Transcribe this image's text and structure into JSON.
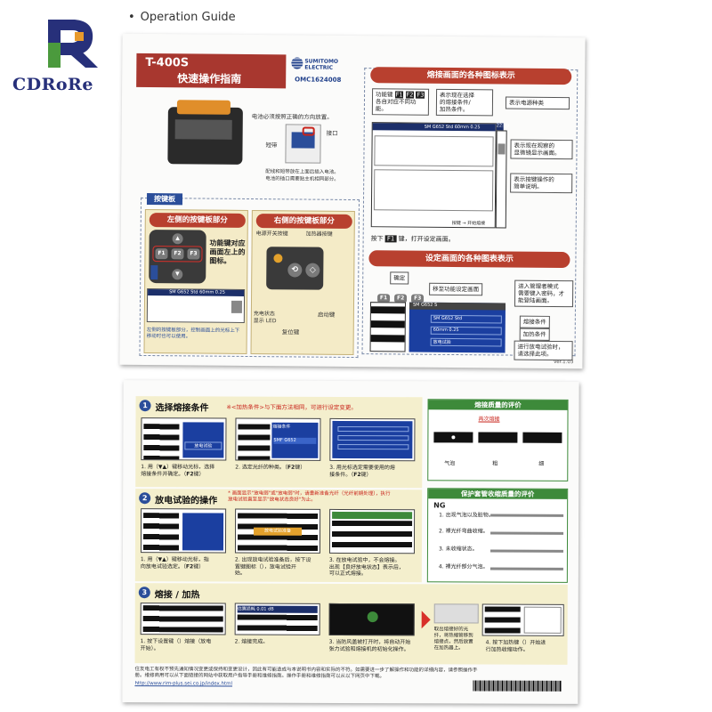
{
  "logo": {
    "text": "CDRoRe",
    "colors": {
      "blue": "#27307a",
      "green": "#4b9a3d",
      "orange": "#e89a2c"
    }
  },
  "guide_title": "Operation Guide",
  "sheet1": {
    "model": "T-400S",
    "subtitle": "快速操作指南",
    "brand": [
      "SUMITOMO",
      "ELECTRIC"
    ],
    "doc_code": "OMC1624008",
    "battery_note": "电池必须按照正确的方向放置。",
    "battery_labels": {
      "port": "接口",
      "short": "短带"
    },
    "battery_desc": [
      "配线和短带放在上面后插入电池。",
      "电池的插口需要贴主机相同部分。"
    ],
    "keypad_title": "按键板",
    "left_keypad_head": "左侧的按键板部分",
    "right_keypad_head": "右侧的按键板部分",
    "left_keypad_desc": [
      "功能键对应",
      "画面左上的",
      "图标。"
    ],
    "keys": [
      "F1",
      "F2",
      "F3"
    ],
    "right_keypad_labels": {
      "power": "电源开关按键",
      "heater": "加热器按键",
      "led": [
        "充电状态",
        "显示 LED"
      ],
      "start": "启动键",
      "reset": "复位键"
    },
    "left_screen_bar": [
      "SM G652 Std",
      "60mm 0.25"
    ],
    "left_caption": [
      "左侧的按键板部分，控制画面上的光标",
      "上下",
      "移动时也可以使用。"
    ],
    "icons_panel_title": "熔接画面的各种图标表示",
    "icons_callouts": {
      "func_key": [
        "功能键",
        "F1",
        "F2",
        "F3",
        "各自对应不同功",
        "能。"
      ],
      "selected": [
        "表示现在选择",
        "的熔接条件/",
        "加热条件。"
      ],
      "power_type": "表示电源种类",
      "view": [
        "表示现在观察的",
        "显微镜显示画面。"
      ],
      "simple_ops": [
        "表示按键操作的",
        "简单说明。"
      ]
    },
    "screen_status": {
      "fiber": "SM G652 Std",
      "length": "60mm 0.25",
      "time": "22:09"
    },
    "screen_footer": "按键 → 开始熔接",
    "press_hint": [
      "按下",
      "F1",
      "键，打开设定画面。"
    ],
    "settings_panel_title": "设定画面的各种图表表示",
    "settings_confirm": "确定",
    "settings_menu_callout": "移至功能设定画面",
    "settings_callouts": {
      "admin": [
        "进入管理者模式",
        "需要键入密码，才",
        "能登陆画面。"
      ],
      "splice": "熔接条件",
      "heat": "加热条件",
      "arc": [
        "进行放电试验时，",
        "请选择此项。"
      ]
    },
    "settings_items": [
      "SM G652 Std",
      "60mm 0.25",
      "放电试验"
    ],
    "settings_top": "SM G652 S",
    "version": "Ver.1.03"
  },
  "sheet2": {
    "sec1": {
      "num": "1",
      "title": "选择熔接条件",
      "note": "※<加热条件>与下面方法相同，可进行设定变更。",
      "steps": [
        [
          "1. 用（▼▲）键移动光标",
          "，选择",
          "熔接条件并确定。（",
          "F2",
          "键）"
        ],
        [
          "2. 选定光纤的种类。（",
          "F2",
          "键）"
        ],
        [
          "3. 用光标",
          "选定需要使用的熔",
          "接条件。（",
          "F2",
          "键）"
        ]
      ],
      "thumb_labels": [
        "放电试验",
        "熔接条件",
        "SMF G652"
      ]
    },
    "quality": {
      "title": "熔接质量的评价",
      "sub": "再次熔接",
      "labels": [
        "气泡",
        "粗",
        "细"
      ]
    },
    "sec2": {
      "num": "2",
      "title": "放电试验的操作",
      "note": [
        "* 画面显示\"放电弱\"或\"放电弱\"时，请重新准备光纤（光纤前期处理），执行",
        "放电试验直至显示\"放电状态良好\"为止。"
      ],
      "steps": [
        [
          "1. 用（▼▲）键移动光标",
          "，指",
          "向放电试验选定。（",
          "F2",
          "键）"
        ],
        [
          "2. 出现放电试验准备后，按下设",
          "置键图标（",
          "），放电试验开",
          "始。"
        ],
        [
          "3. 在放电试验中，不会熔接。",
          "出现【良好放电状态】表示后，",
          "可以正式熔接。"
        ]
      ],
      "thumb_labels": [
        "放电试验准备"
      ]
    },
    "sleeve": {
      "title": "保护套管收缩质量的评价",
      "ng": "NG",
      "items": [
        "1. 出现气泡以及脏物。",
        "2. 裸光纤弯曲收缩。",
        "3. 未收缩状态。",
        "4. 裸光纤部分气泡。"
      ]
    },
    "sec3": {
      "num": "3",
      "title": "熔接 / 加热",
      "steps": [
        [
          "1. 按下设置键（",
          "）熔接（放电",
          "开始）。"
        ],
        [
          "2. 熔接完成。"
        ],
        [
          "3. 当防风盖被打开时，将自动开始",
          "张力试验和熔接机的初始化操作。"
        ],
        [
          "取出熔接好的光",
          "纤，将热缩管移到",
          "熔接点，然后放置",
          "在加热器上。"
        ],
        [
          "4. 按下加热键（",
          "）开始进",
          "行加热收缩动作。"
        ]
      ],
      "thumb_labels": [
        "估算损耗 0.01 dB"
      ]
    },
    "footer": [
      "住友电工有权不预先通知情况变更或保持和变更设计，因此有可能造成与本说明书内容和实际的不符。如需要进一步了解操作和功能的详细内容，请参照操作手",
      "册。维修商用可以从下面链接的网站中获取用户指导手册和维修指南。操作手册和维修指南可以从以下网页中下载。",
      "http://www.rim-plus.sei.co.jp/index.html"
    ]
  },
  "colors": {
    "red": "#a8372f",
    "blue": "#2b4e9a",
    "yellow": "#f4efcd",
    "green": "#3d8a3a"
  }
}
